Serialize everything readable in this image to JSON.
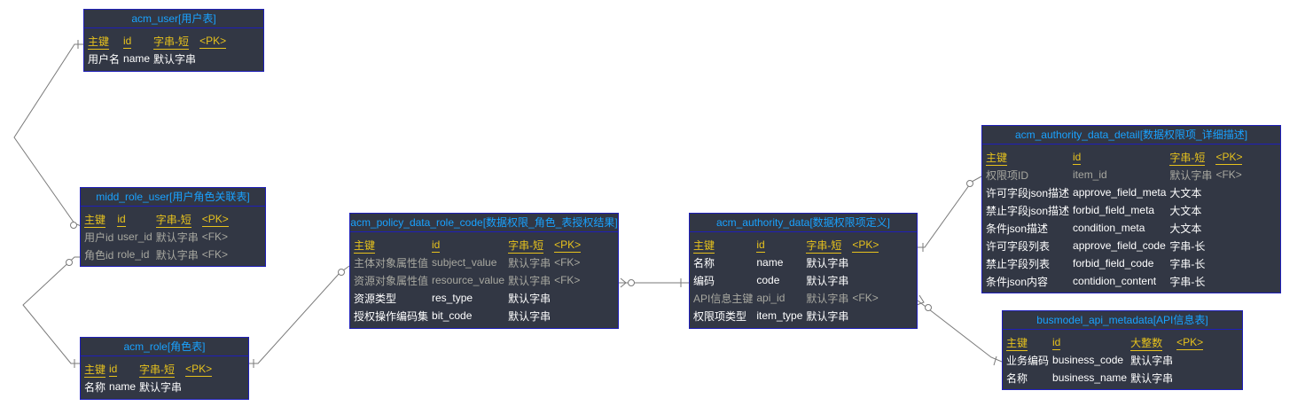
{
  "entities": {
    "acm_user": {
      "title": "acm_user[用户表]",
      "rows": [
        {
          "label": "主键",
          "name": "id",
          "type": "字串-短",
          "key": "<PK>"
        },
        {
          "label": "用户名",
          "name": "name",
          "type": "默认字串",
          "key": ""
        }
      ]
    },
    "midd_role_user": {
      "title": "midd_role_user[用户角色关联表]",
      "rows": [
        {
          "label": "主键",
          "name": "id",
          "type": "字串-短",
          "key": "<PK>"
        },
        {
          "label": "用户id",
          "name": "user_id",
          "type": "默认字串",
          "key": "<FK>"
        },
        {
          "label": "角色id",
          "name": "role_id",
          "type": "默认字串",
          "key": "<FK>"
        }
      ]
    },
    "acm_role": {
      "title": "acm_role[角色表]",
      "rows": [
        {
          "label": "主键",
          "name": "id",
          "type": "字串-短",
          "key": "<PK>"
        },
        {
          "label": "名称",
          "name": "name",
          "type": "默认字串",
          "key": ""
        }
      ]
    },
    "acm_policy_data_role_code": {
      "title": "acm_policy_data_role_code[数据权限_角色_表授权结果]",
      "rows": [
        {
          "label": "主键",
          "name": "id",
          "type": "字串-短",
          "key": "<PK>"
        },
        {
          "label": "主体对象属性值",
          "name": "subject_value",
          "type": "默认字串",
          "key": "<FK>"
        },
        {
          "label": "资源对象属性值",
          "name": "resource_value",
          "type": "默认字串",
          "key": "<FK>"
        },
        {
          "label": "资源类型",
          "name": "res_type",
          "type": "默认字串",
          "key": ""
        },
        {
          "label": "授权操作编码集",
          "name": "bit_code",
          "type": "默认字串",
          "key": ""
        }
      ]
    },
    "acm_authority_data": {
      "title": "acm_authority_data[数据权限项定义]",
      "rows": [
        {
          "label": "主键",
          "name": "id",
          "type": "字串-短",
          "key": "<PK>"
        },
        {
          "label": "名称",
          "name": "name",
          "type": "默认字串",
          "key": ""
        },
        {
          "label": "编码",
          "name": "code",
          "type": "默认字串",
          "key": ""
        },
        {
          "label": "API信息主键",
          "name": "api_id",
          "type": "默认字串",
          "key": "<FK>"
        },
        {
          "label": "权限项类型",
          "name": "item_type",
          "type": "默认字串",
          "key": ""
        }
      ]
    },
    "acm_authority_data_detail": {
      "title": "acm_authority_data_detail[数据权限项_详细描述]",
      "rows": [
        {
          "label": "主键",
          "name": "id",
          "type": "字串-短",
          "key": "<PK>"
        },
        {
          "label": "权限项ID",
          "name": "item_id",
          "type": "默认字串",
          "key": "<FK>"
        },
        {
          "label": "许可字段json描述",
          "name": "approve_field_meta",
          "type": "大文本",
          "key": ""
        },
        {
          "label": "禁止字段json描述",
          "name": "forbid_field_meta",
          "type": "大文本",
          "key": ""
        },
        {
          "label": "条件json描述",
          "name": "condition_meta",
          "type": "大文本",
          "key": ""
        },
        {
          "label": "许可字段列表",
          "name": "approve_field_code",
          "type": "字串-长",
          "key": ""
        },
        {
          "label": "禁止字段列表",
          "name": "forbid_field_code",
          "type": "字串-长",
          "key": ""
        },
        {
          "label": "条件json内容",
          "name": "contidion_content",
          "type": "字串-长",
          "key": ""
        }
      ]
    },
    "busmodel_api_metadata": {
      "title": "busmodel_api_metadata[API信息表]",
      "rows": [
        {
          "label": "主键",
          "name": "id",
          "type": "大整数",
          "key": "<PK>"
        },
        {
          "label": "业务编码",
          "name": "business_code",
          "type": "默认字串",
          "key": ""
        },
        {
          "label": "名称",
          "name": "business_name",
          "type": "默认字串",
          "key": ""
        }
      ]
    }
  }
}
